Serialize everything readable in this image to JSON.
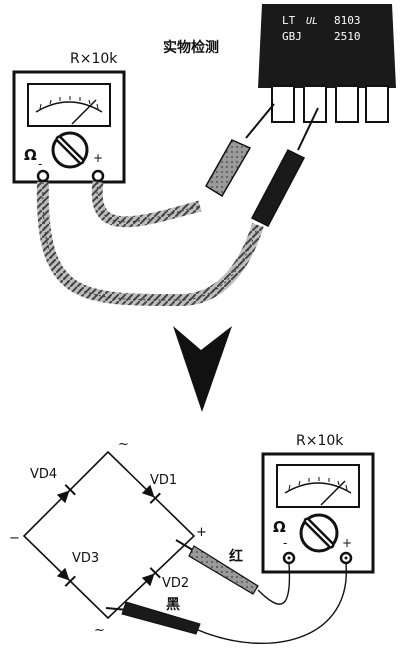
{
  "top_meter": {
    "range_label": "R×10k",
    "ohm_symbol": "Ω",
    "minus_symbol": "-",
    "plus_symbol": "+"
  },
  "component": {
    "caption": "实物检测",
    "marking_line1_left": "LT",
    "marking_line1_logo": "UL",
    "marking_line1_right": "8103",
    "marking_line2_left": "GBJ",
    "marking_line2_right": "2510"
  },
  "bottom_meter": {
    "range_label": "R×10k",
    "ohm_symbol": "Ω",
    "minus_symbol": "-",
    "plus_symbol": "+"
  },
  "bridge": {
    "diodes": [
      "VD1",
      "VD2",
      "VD3",
      "VD4"
    ],
    "ac_top": "~",
    "ac_bottom": "~",
    "dc_plus": "+",
    "dc_minus": "−"
  },
  "probes": {
    "red_label": "红",
    "black_label": "黑"
  },
  "colors": {
    "ink": "#111111",
    "body": "#1a1a1a",
    "paper": "#ffffff",
    "coil": "#777777"
  }
}
